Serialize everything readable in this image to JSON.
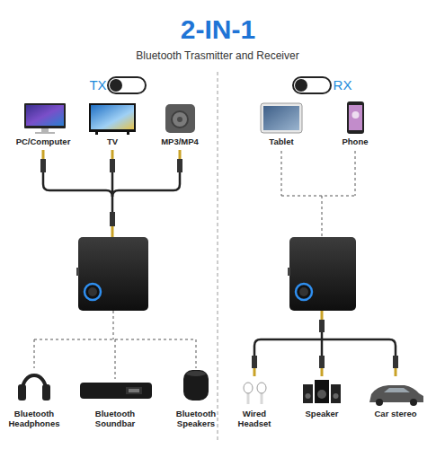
{
  "diagram": {
    "title": "2-IN-1",
    "nodes": [
      {
        "text": [
          "PC/Computer"
        ]
      },
      {
        "text": [
          "TV"
        ]
      },
      {
        "text": [
          "MP3/MP4"
        ]
      },
      {
        "text": [
          "Tablet"
        ]
      },
      {
        "text": [
          "Phone"
        ]
      },
      {
        "text": [
          "Bluetooth Headphones"
        ]
      },
      {
        "text": [
          "Bluetooth Soundbar"
        ]
      },
      {
        "text": [
          "Bluetooth Speakers"
        ]
      },
      {
        "text": [
          "Wired Headset"
        ]
      },
      {
        "text": [
          "Speaker"
        ]
      },
      {
        "text": [
          "Car stereo"
        ]
      }
    ],
    "labels": [
      "Bluetooth Trasmitter and Receiver",
      "TX",
      "RX"
    ]
  }
}
